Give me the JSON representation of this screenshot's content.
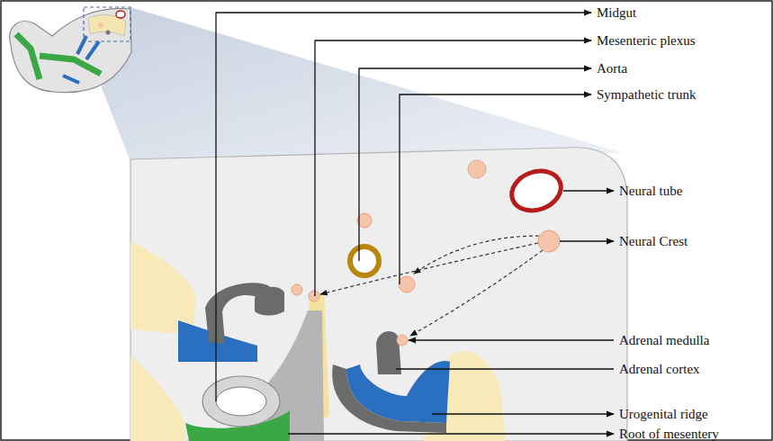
{
  "diagram": {
    "labels": [
      "Midgut",
      "Mesenteric plexus",
      "Aorta",
      "Sympathetic trunk",
      "Neural tube",
      "Neural Crest",
      "Adrenal medulla",
      "Adrenal cortex",
      "Urogenital ridge",
      "Root of mesentery"
    ]
  }
}
